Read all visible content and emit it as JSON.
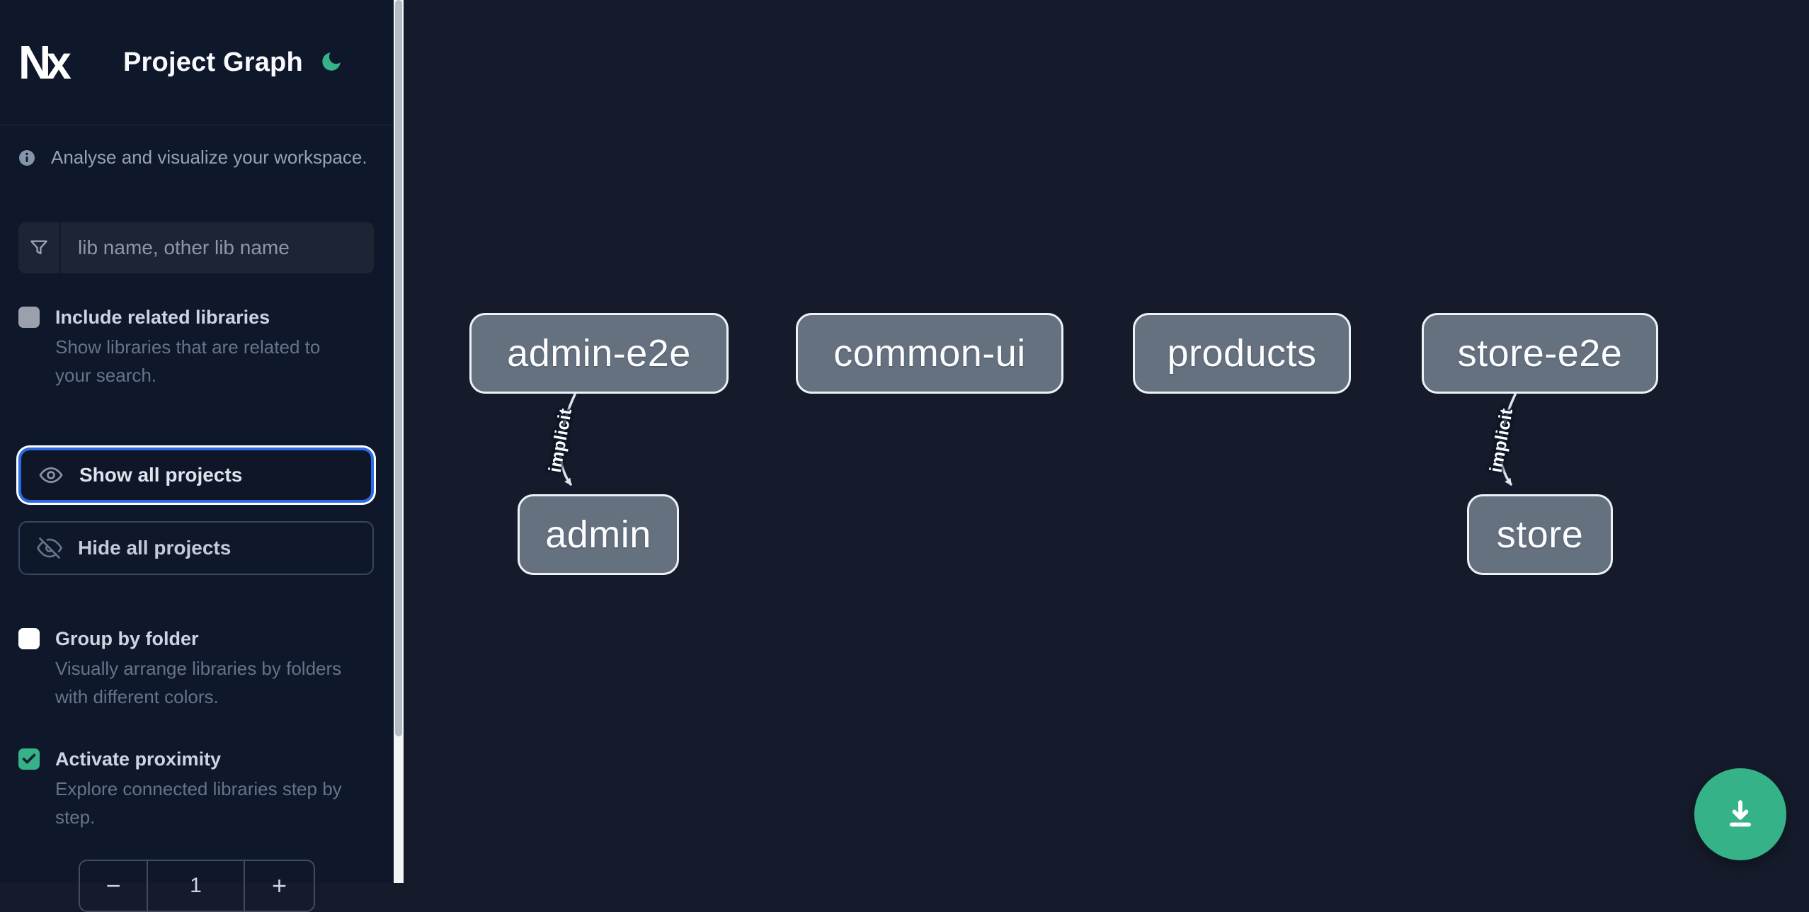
{
  "colors": {
    "accent_green": "#35b288",
    "focus_blue": "#2b6be8",
    "sidebar_bg": "#0f172a",
    "canvas_bg": "#151b2b",
    "node_fill": "#667180",
    "node_border": "#eef2f7",
    "muted_text": "#64748b"
  },
  "sidebar": {
    "logo": "Nx",
    "title": "Project Graph",
    "theme_icon": "moon",
    "tagline": "Analyse and visualize your workspace.",
    "search": {
      "placeholder": "lib name, other lib name",
      "icon": "filter-funnel"
    },
    "include_related": {
      "label": "Include related libraries",
      "description": "Show libraries that are related to your search.",
      "checked": false
    },
    "show_all": {
      "label": "Show all projects",
      "icon": "eye"
    },
    "hide_all": {
      "label": "Hide all projects",
      "icon": "eye-off"
    },
    "group_by_folder": {
      "label": "Group by folder",
      "description": "Visually arrange libraries by folders with different colors.",
      "checked": false
    },
    "activate_proximity": {
      "label": "Activate proximity",
      "description": "Explore connected libraries step by step.",
      "checked": true
    },
    "proximity_stepper": {
      "decrement": "−",
      "value": "1",
      "increment": "+"
    }
  },
  "graph": {
    "nodes": [
      {
        "label": "admin-e2e"
      },
      {
        "label": "common-ui"
      },
      {
        "label": "products"
      },
      {
        "label": "store-e2e"
      },
      {
        "label": "admin"
      },
      {
        "label": "store"
      }
    ],
    "edges": [
      {
        "from": "admin-e2e",
        "to": "admin",
        "label": "implicit"
      },
      {
        "from": "store-e2e",
        "to": "store",
        "label": "implicit"
      }
    ]
  },
  "fab": {
    "icon": "download"
  }
}
